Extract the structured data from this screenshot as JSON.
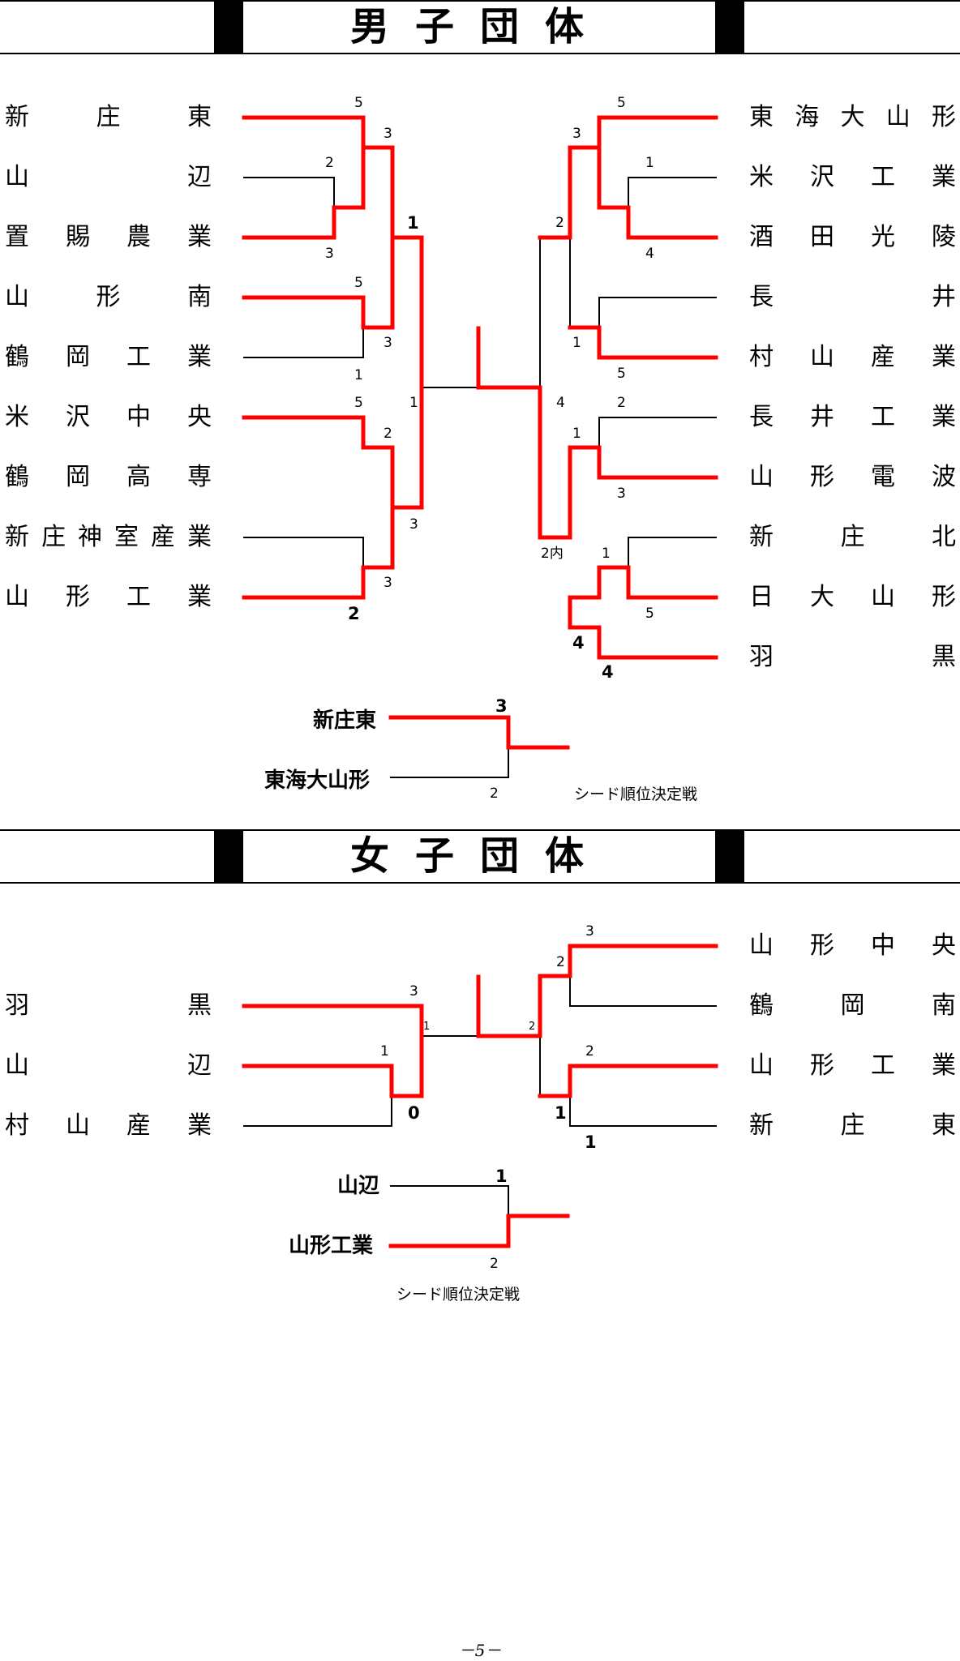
{
  "men": {
    "title": "男子団体",
    "left_teams": [
      "新庄東",
      "山辺",
      "置賜農業",
      "山形南",
      "鶴岡工業",
      "米沢中央",
      "鶴岡高専",
      "新庄神室産業",
      "山形工業"
    ],
    "right_teams": [
      "東海大山形",
      "米沢工業",
      "酒田光陵",
      "長井",
      "村山産業",
      "長井工業",
      "山形電波",
      "新庄北",
      "日大山形",
      "羽黒"
    ],
    "seed_match": {
      "team1": "新庄東",
      "team2": "東海大山形",
      "score1": "3",
      "score2": "2",
      "caption": "シード順位決定戦"
    }
  },
  "women": {
    "title": "女子団体",
    "left_teams": [
      "羽黒",
      "山辺",
      "村山産業"
    ],
    "right_teams": [
      "山形中央",
      "鶴岡南",
      "山形工業",
      "新庄東"
    ],
    "seed_match": {
      "team1": "山辺",
      "team2": "山形工業",
      "score1": "1",
      "score2": "2",
      "caption": "シード順位決定戦"
    }
  },
  "scores": {
    "m_l1": "5",
    "m_l2": "2",
    "m_l3": "3",
    "m_l4": "3",
    "m_l5": "1",
    "m_l6": "5",
    "m_l7": "5",
    "m_l8": "3",
    "m_l9": "2",
    "m_l10": "2",
    "m_l11": "3",
    "m_l12": "3",
    "m_l13": "1",
    "m_l14": "1",
    "m_r1": "5",
    "m_r2": "1",
    "m_r3": "4",
    "m_r4": "3",
    "m_r5": "1",
    "m_r6": "5",
    "m_r7": "2",
    "m_r8": "2",
    "m_r9": "1",
    "m_r10": "3",
    "m_r11": "1",
    "m_r12": "5",
    "m_r13": "4",
    "m_r14": "2内",
    "m_r15": "4",
    "m_r16": "4",
    "w_l1": "3",
    "w_l2": "1",
    "w_l3": "0",
    "w_l4": "1",
    "w_r1": "3",
    "w_r2": "2",
    "w_r3": "2",
    "w_r4": "1",
    "w_r5": "1",
    "w_r6": "2"
  },
  "colors": {
    "win": "#ff0000",
    "line": "#000000"
  },
  "page_number": "－5－"
}
